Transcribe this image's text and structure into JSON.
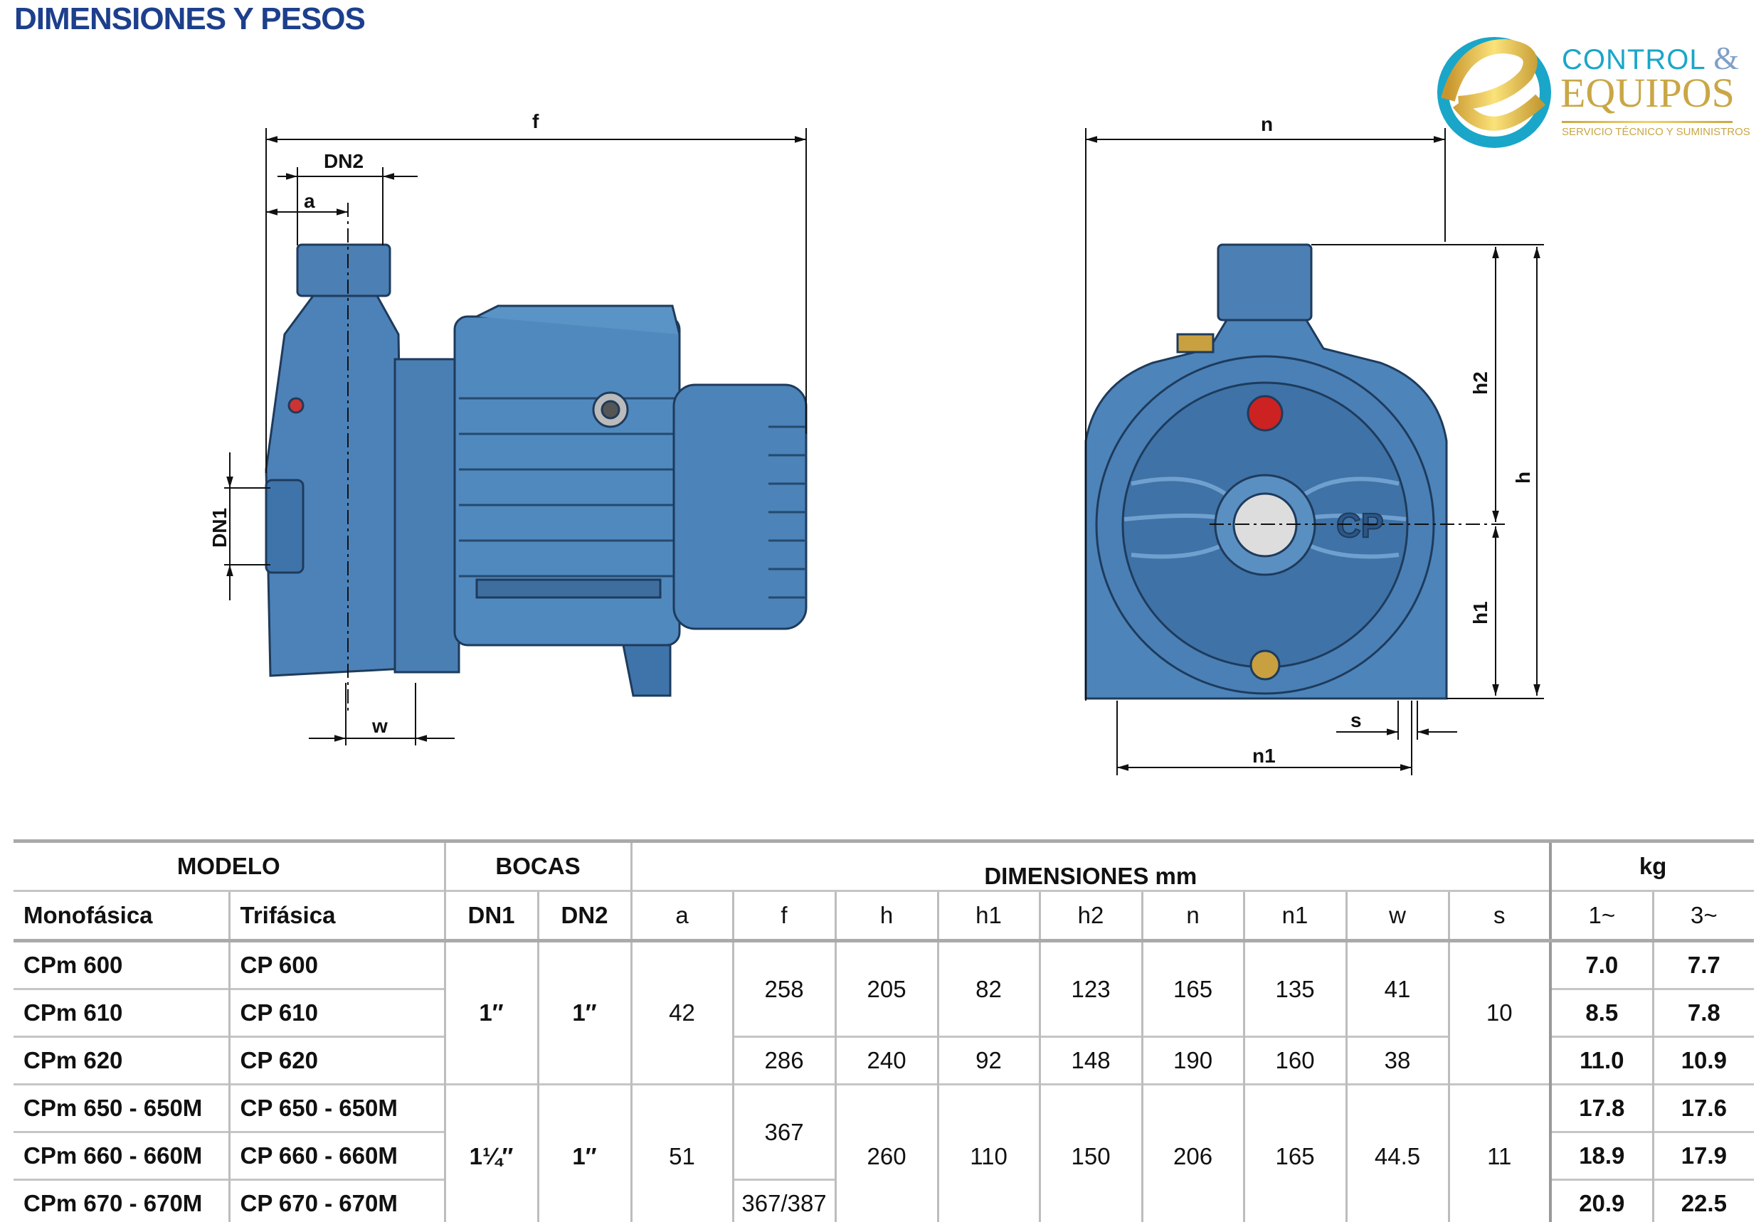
{
  "title": "DIMENSIONES Y PESOS",
  "logo": {
    "line1": "CONTROL",
    "amp": "&",
    "line2": "EQUIPOS",
    "tagline": "SERVICIO TÉCNICO Y SUMINISTROS"
  },
  "drawing": {
    "side_labels": {
      "f": "f",
      "dn2": "DN2",
      "a": "a",
      "dn1": "DN1",
      "w": "w"
    },
    "front_labels": {
      "n": "n",
      "h2": "h2",
      "h": "h",
      "h1": "h1",
      "s": "s",
      "n1": "n1",
      "brand": "CP"
    }
  },
  "table": {
    "group_headers": {
      "modelo": "MODELO",
      "bocas": "BOCAS",
      "dimensiones": "DIMENSIONES mm",
      "kg": "kg"
    },
    "headers": [
      "Monofásica",
      "Trifásica",
      "DN1",
      "DN2",
      "a",
      "f",
      "h",
      "h1",
      "h2",
      "n",
      "n1",
      "w",
      "s",
      "1~",
      "3~"
    ],
    "rows": [
      {
        "mono": "CPm 600",
        "tri": "CP 600",
        "kg1": "7.0",
        "kg3": "7.7"
      },
      {
        "mono": "CPm 610",
        "tri": "CP 610",
        "kg1": "8.5",
        "kg3": "7.8"
      },
      {
        "mono": "CPm 620",
        "tri": "CP 620",
        "kg1": "11.0",
        "kg3": "10.9"
      },
      {
        "mono": "CPm 650 - 650M",
        "tri": "CP 650 - 650M",
        "kg1": "17.8",
        "kg3": "17.6"
      },
      {
        "mono": "CPm 660 - 660M",
        "tri": "CP 660 - 660M",
        "kg1": "18.9",
        "kg3": "17.9"
      },
      {
        "mono": "CPm 670 - 670M",
        "tri": "CP 670 - 670M",
        "kg1": "20.9",
        "kg3": "22.5"
      }
    ],
    "group1": {
      "dn1": "1″",
      "dn2": "1″",
      "a": "42",
      "s": "10",
      "f_a": "258",
      "h_a": "205",
      "h1_a": "82",
      "h2_a": "123",
      "n_a": "165",
      "n1_a": "135",
      "w_a": "41",
      "f_b": "286",
      "h_b": "240",
      "h1_b": "92",
      "h2_b": "148",
      "n_b": "190",
      "n1_b": "160",
      "w_b": "38"
    },
    "group2": {
      "dn1": "1¼″",
      "dn2": "1″",
      "a": "51",
      "f_a": "367",
      "f_b": "367/387",
      "h": "260",
      "h1": "110",
      "h2": "150",
      "n": "206",
      "n1": "165",
      "w": "44.5",
      "s": "11"
    }
  }
}
